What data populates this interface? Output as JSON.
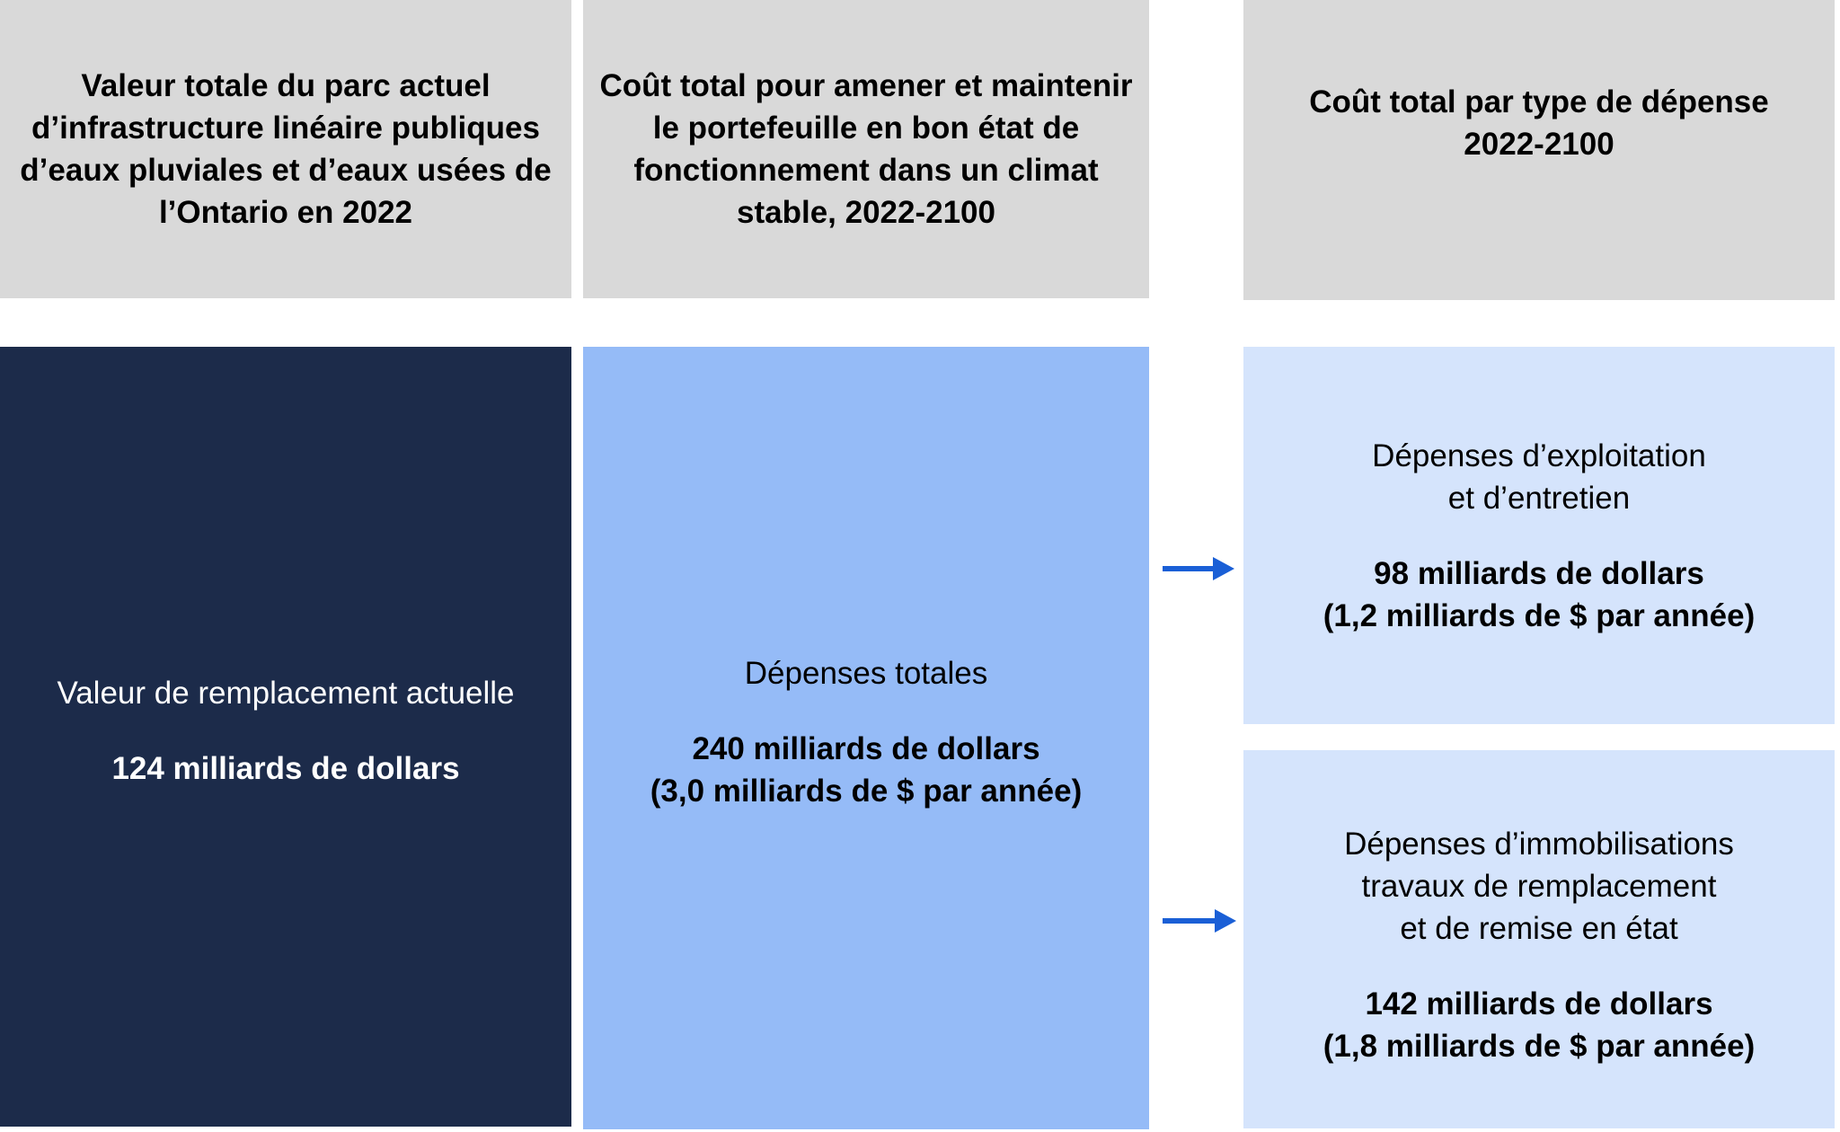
{
  "headers": {
    "col1": "Valeur totale du parc actuel\nd’infrastructure linéaire publiques\nd’eaux pluviales et d’eaux usées de\nl’Ontario en 2022",
    "col2": "Coût total pour amener et maintenir\nle portefeuille en bon état de\nfonctionnement dans un climat\nstable, 2022-2100",
    "col3": "Coût total par type de dépense\n2022-2100"
  },
  "current_value": {
    "label": "Valeur de remplacement actuelle",
    "value": "124 milliards de dollars",
    "color": "#1c2b4a"
  },
  "total_spending": {
    "label": "Dépenses totales",
    "value": "240 milliards de dollars\n(3,0 milliards de $ par année)",
    "color": "#95bbf7"
  },
  "operating": {
    "label": "Dépenses d’exploitation\net d’entretien",
    "value": "98 milliards de dollars\n(1,2 milliards de $ par année)",
    "color": "#d5e4fc"
  },
  "capital": {
    "label": "Dépenses d’immobilisations\ntravaux de remplacement\net de remise en état",
    "value": "142 milliards de dollars\n(1,8 milliards de $ par année)",
    "color": "#d5e4fc"
  },
  "arrow_color": "#1a5fd6"
}
